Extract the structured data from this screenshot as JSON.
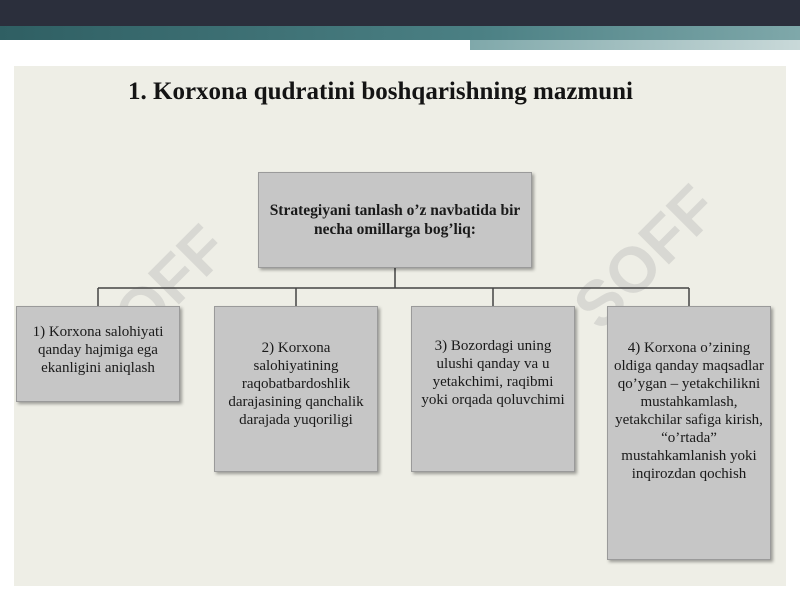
{
  "slide": {
    "title": "1. Korxona qudratini boshqarishning mazmuni",
    "root": "Strategiyani tanlash o’z navbatida bir  necha omillarga bog’liq:",
    "items": [
      "1) Korxona salohiyati qanday hajmiga ega ekanligini aniqlash",
      "2) Korxona salohiyatining raqobatbardoshlik darajasining qanchalik darajada yuqoriligi",
      "3) Bozordagi uning ulushi qanday va u yetakchimi, raqibmi yoki orqada qoluvchimi",
      "4) Korxona o’zining oldiga qanday maqsadlar qo’ygan – yetakchilikni mustahkamlash, yetakchilar safiga kirish, “o’rtada” mustahkamlanish yoki inqirozdan qochish"
    ],
    "watermark": "SOFF"
  },
  "colors": {
    "slide_bg": "#eeeee6",
    "box_fill": "#c6c6c6",
    "header_dark": "#2b2f3c",
    "header_teal": "#4b8084"
  }
}
